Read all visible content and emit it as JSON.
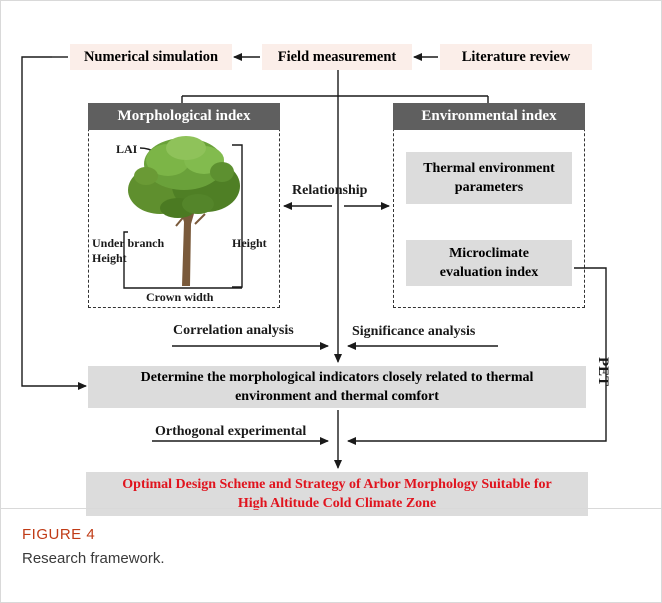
{
  "boxes": {
    "numerical_simulation": "Numerical simulation",
    "field_measurement": "Field measurement",
    "literature_review": "Literature review",
    "morphological_index": "Morphological index",
    "environmental_index": "Environmental index",
    "thermal_env_params_1": "Thermal environment",
    "thermal_env_params_2": "parameters",
    "microclimate_1": "Microclimate",
    "microclimate_2": "evaluation index",
    "determine_1": "Determine the morphological indicators closely related to thermal",
    "determine_2": "environment and thermal comfort",
    "optimal_1": "Optimal Design Scheme and Strategy of Arbor Morphology Suitable for",
    "optimal_2": "High Altitude Cold Climate Zone"
  },
  "labels": {
    "lai": "LAI",
    "under_branch_1": "Under branch",
    "under_branch_2": "Height",
    "height": "Height",
    "crown_width": "Crown width",
    "relationship": "Relationship",
    "correlation": "Correlation analysis",
    "significance": "Significance analysis",
    "orthogonal": "Orthogonal experimental",
    "pet": "PET"
  },
  "caption": {
    "title": "FIGURE 4",
    "text": "Research framework."
  },
  "colors": {
    "pink_box": "#fbeee9",
    "grey_box": "#dcdcdc",
    "header_dark": "#5f5f5f",
    "optimal_text": "#e0141e",
    "caption_accent": "#c03b16"
  }
}
